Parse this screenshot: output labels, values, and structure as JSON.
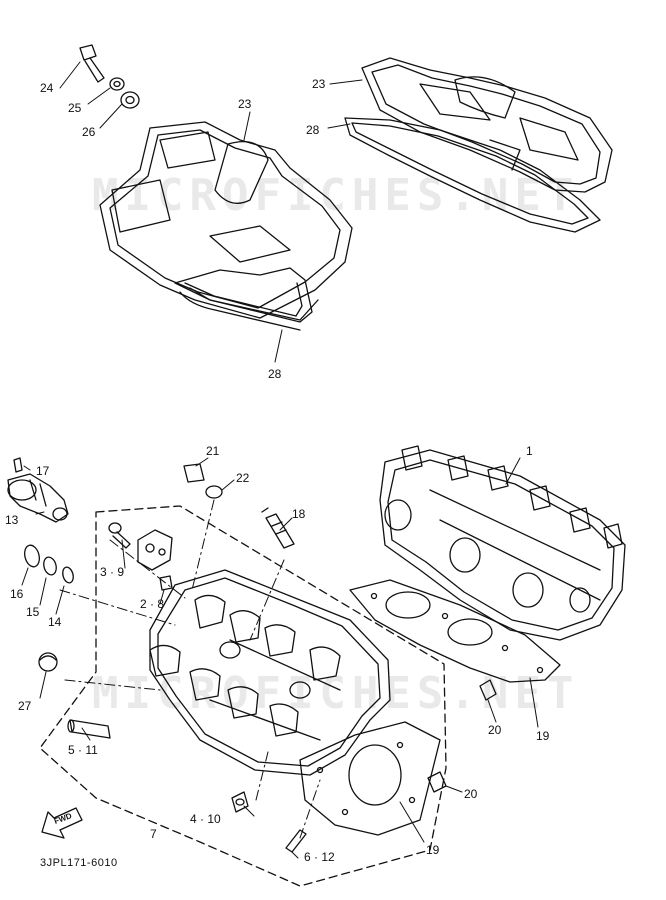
{
  "watermark": "MICROFICHES.NET",
  "diagram_code": "3JPL171-6010",
  "fwd_label": "FWD",
  "callouts": {
    "c1": "1",
    "c2_8": "2 · 8",
    "c3_9": "3 · 9",
    "c4_10": "4 · 10",
    "c5_11": "5 · 11",
    "c6_12": "6 · 12",
    "c7": "7",
    "c13": "13",
    "c14": "14",
    "c15": "15",
    "c16": "16",
    "c17": "17",
    "c18": "18",
    "c19": "19",
    "c20": "20",
    "c21": "21",
    "c22": "22",
    "c23": "23",
    "c24": "24",
    "c25": "25",
    "c26": "26",
    "c27": "27",
    "c28": "28"
  }
}
